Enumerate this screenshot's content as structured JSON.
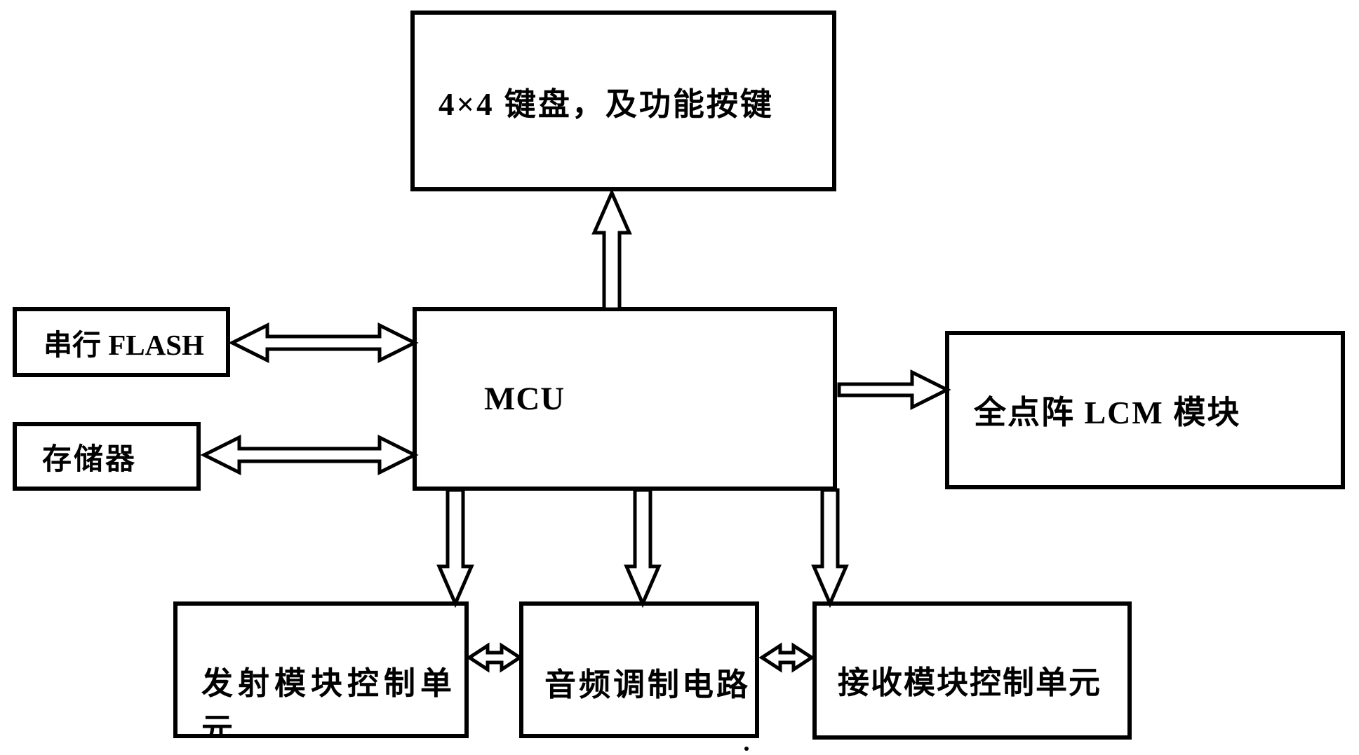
{
  "colors": {
    "background": "#ffffff",
    "ink": "#000000"
  },
  "nodes": {
    "keypad": {
      "label": "4×4 键盘，及功能按键"
    },
    "serial_flash": {
      "label": "串行 FLASH"
    },
    "memory": {
      "label": "存储器"
    },
    "mcu": {
      "label": "MCU"
    },
    "lcm": {
      "label": "全点阵 LCM 模块"
    },
    "tx_unit": {
      "label": "发射模块控制单元"
    },
    "audio": {
      "label": "音频调制电路"
    },
    "rx_unit": {
      "label": "接收模块控制单元"
    }
  },
  "edges": [
    {
      "from": "mcu",
      "to": "keypad",
      "direction": "up",
      "style": "hollow-arrow"
    },
    {
      "from": "serial_flash",
      "to": "mcu",
      "direction": "both",
      "style": "hollow-arrow"
    },
    {
      "from": "memory",
      "to": "mcu",
      "direction": "both",
      "style": "hollow-arrow"
    },
    {
      "from": "mcu",
      "to": "lcm",
      "direction": "right",
      "style": "hollow-arrow"
    },
    {
      "from": "mcu",
      "to": "tx_unit",
      "direction": "down",
      "style": "hollow-arrow"
    },
    {
      "from": "mcu",
      "to": "audio",
      "direction": "down",
      "style": "hollow-arrow"
    },
    {
      "from": "mcu",
      "to": "rx_unit",
      "direction": "down",
      "style": "hollow-arrow"
    },
    {
      "from": "tx_unit",
      "to": "audio",
      "direction": "both",
      "style": "hollow-arrow"
    },
    {
      "from": "audio",
      "to": "rx_unit",
      "direction": "both",
      "style": "hollow-arrow"
    }
  ]
}
